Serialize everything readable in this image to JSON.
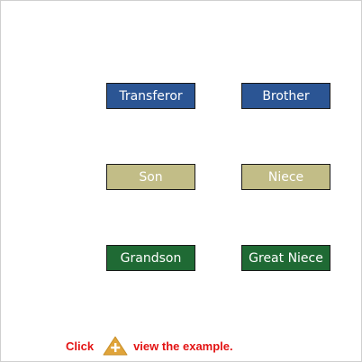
{
  "diagram": {
    "boxes": [
      {
        "label": "Transferor"
      },
      {
        "label": "Brother"
      },
      {
        "label": "Son"
      },
      {
        "label": "Niece"
      },
      {
        "label": "Grandson"
      },
      {
        "label": "Great Niece"
      }
    ],
    "colors": {
      "generation_1": "#2b5594",
      "generation_2": "#c2bd87",
      "generation_3": "#1f6a34"
    }
  },
  "footer": {
    "click_text": "Click",
    "view_text": "view the example.",
    "button_icon": "plus-triangle-icon",
    "text_color": "#e31313",
    "icon_color": "#e0a43a"
  }
}
